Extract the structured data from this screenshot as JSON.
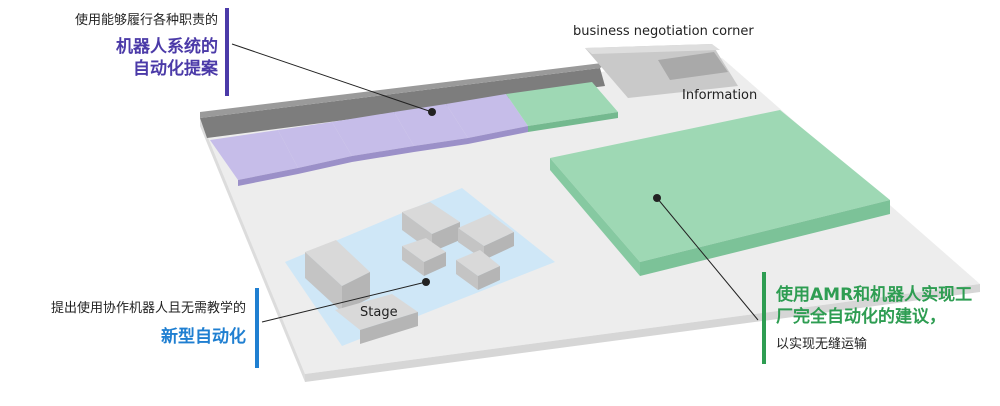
{
  "labels": {
    "business_corner": "business negotiation corner",
    "information": "Information",
    "stage": "Stage"
  },
  "callouts": {
    "top_left": {
      "line1": "使用能够履行各种职责的",
      "line2": "机器人系统的",
      "line3": "自动化提案",
      "color": "#4b3aa8"
    },
    "bottom_left": {
      "line1": "提出使用协作机器人且无需教学的",
      "line2": "新型自动化",
      "color": "#1f7fd1"
    },
    "right": {
      "line1": "使用AMR和机器人实现工",
      "line2": "厂完全自动化的建议，",
      "line3": "以实现无缝运输",
      "color": "#2e9d52"
    }
  },
  "colors": {
    "purple": "#c6bde9",
    "green": "#9ed8b4",
    "floor": "#ededed",
    "stage": "#cfe7f7",
    "wall": "#7d7d7d"
  }
}
